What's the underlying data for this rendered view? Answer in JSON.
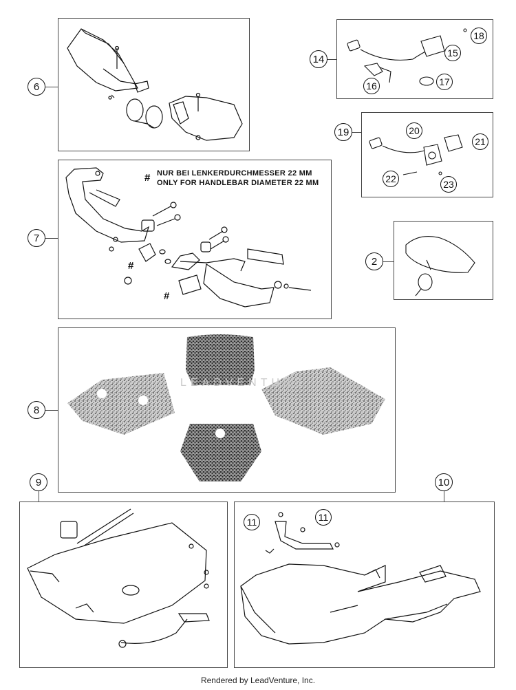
{
  "panel_6": {
    "callout": "6"
  },
  "panel_7": {
    "callout": "7",
    "note_line1": "NUR BEI LENKERDURCHMESSER 22 MM",
    "note_line2": "ONLY FOR HANDLEBAR DIAMETER 22 MM",
    "hash_symbol": "#"
  },
  "panel_8": {
    "callout": "8"
  },
  "panel_9": {
    "callout": "9"
  },
  "panel_10": {
    "callout": "10",
    "sub_callout_a": "11",
    "sub_callout_b": "11"
  },
  "panel_14": {
    "callout": "14",
    "parts": [
      "18",
      "15",
      "16",
      "17"
    ]
  },
  "panel_19": {
    "callout": "19",
    "parts": [
      "20",
      "21",
      "22",
      "23"
    ]
  },
  "panel_2": {
    "callout": "2"
  },
  "watermark": "LEADVENTURE",
  "footer": "Rendered by LeadVenture, Inc."
}
